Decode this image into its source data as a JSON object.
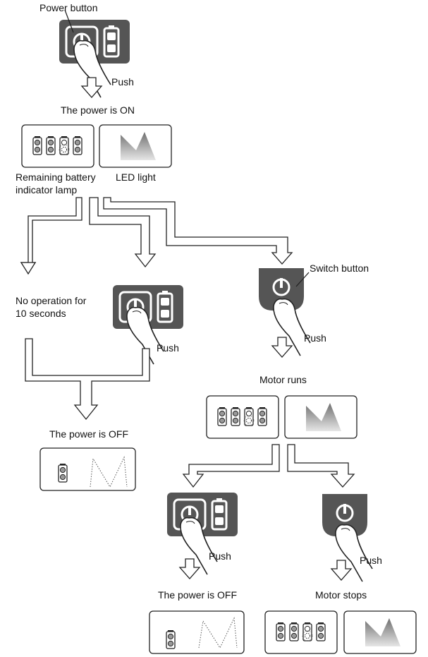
{
  "labels": {
    "power_button": "Power button",
    "push_1": "Push",
    "power_on": "The power is ON",
    "battery_lamp": "Remaining battery\nindicator lamp",
    "led_light": "LED light",
    "no_operation": "No operation for\n10 seconds",
    "push_2": "Push",
    "switch_button": "Switch button",
    "push_3": "Push",
    "power_off_1": "The power is OFF",
    "motor_runs": "Motor runs",
    "push_4": "Push",
    "push_5": "Push",
    "power_off_2": "The power is OFF",
    "motor_stops": "Motor stops"
  },
  "colors": {
    "device_body": "#555555",
    "panel_light": "#eeeeee",
    "line": "#222222",
    "led_fill": "#a8a8a8"
  },
  "icons": [
    "power-icon",
    "battery-icon",
    "finger-icon",
    "down-arrow-icon",
    "led-wave-icon",
    "battery-indicator-icon"
  ]
}
